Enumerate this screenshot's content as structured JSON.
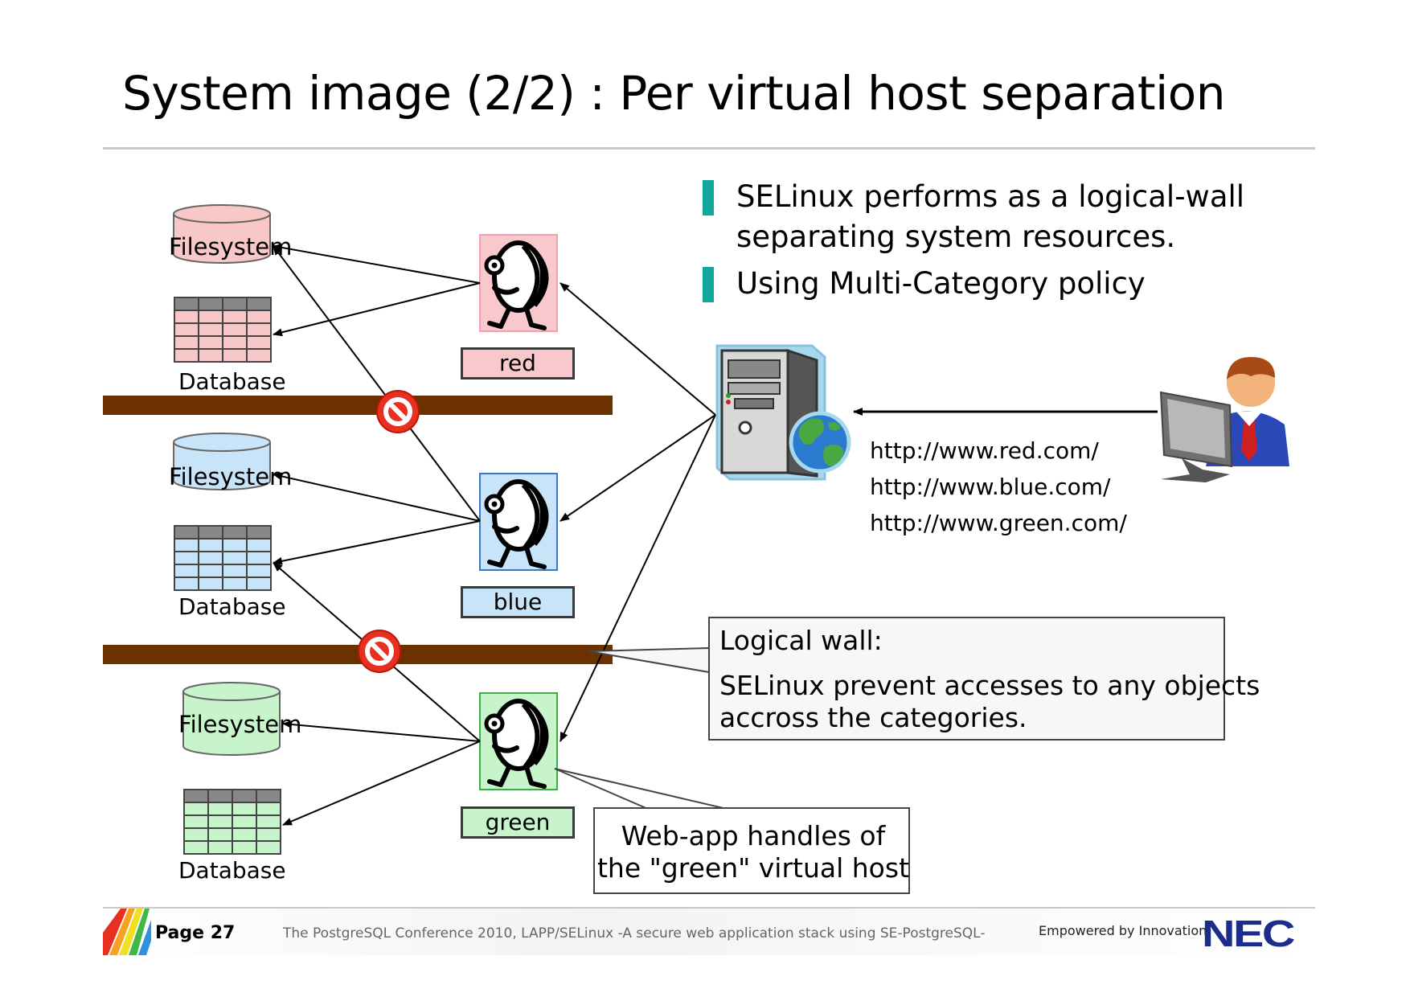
{
  "title": "System image (2/2) : Per virtual host separation",
  "bullets": [
    {
      "line1": "SELinux performs as a logical-wall",
      "line2": "separating system resources."
    },
    {
      "line1": "Using Multi-Category policy",
      "line2": ""
    }
  ],
  "hosts": [
    {
      "name": "red",
      "fill": "#f8c8cc",
      "border": "#f0a0b0"
    },
    {
      "name": "blue",
      "fill": "#c8e4f8",
      "border": "#3a78c8"
    },
    {
      "name": "green",
      "fill": "#c8f4cc",
      "border": "#38b048"
    }
  ],
  "stores": [
    {
      "filesystem": "Filesystem",
      "database": "Database",
      "fill": "#f8c8c8"
    },
    {
      "filesystem": "Filesystem",
      "database": "Database",
      "fill": "#c8e4f8"
    },
    {
      "filesystem": "Filesystem",
      "database": "Database",
      "fill": "#c8f4cc"
    }
  ],
  "urls": [
    "http://www.red.com/",
    "http://www.blue.com/",
    "http://www.green.com/"
  ],
  "callout_wall": {
    "title": "Logical wall:",
    "line1": "SELinux prevent accesses to any objects",
    "line2": "accross the categories."
  },
  "callout_webapp": {
    "line1": "Web-app handles of",
    "line2": "the \"green\" virtual host"
  },
  "footer": {
    "page": "Page 27",
    "text": "The PostgreSQL Conference 2010, LAPP/SELinux -A secure web application stack using SE-PostgreSQL-",
    "tagline": "Empowered by Innovation",
    "logo": "NEC"
  },
  "colors": {
    "wall": "#6b3200",
    "bullet": "#0fa89a",
    "nec": "#1c2c8c",
    "forbidden": "#e83020"
  },
  "icons": [
    "server-icon",
    "globe-icon",
    "user-at-computer-icon",
    "forbidden-icon",
    "walking-character-icon",
    "cylinder-icon",
    "table-icon"
  ]
}
